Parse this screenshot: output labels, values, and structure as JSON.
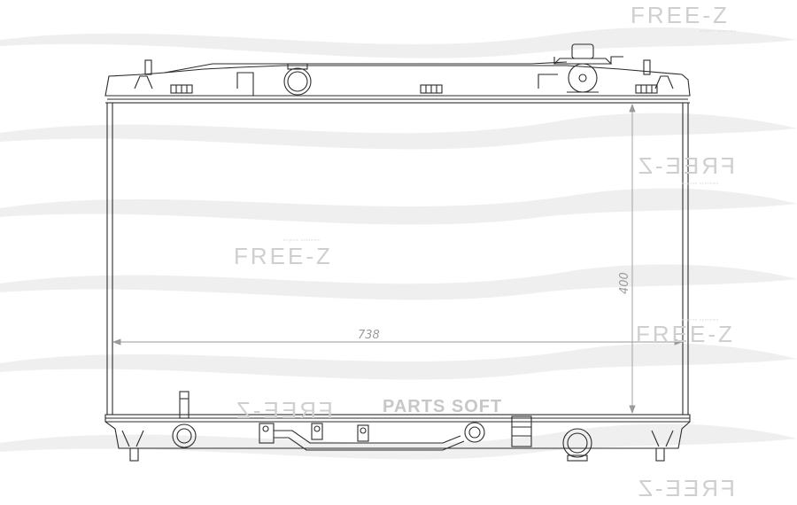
{
  "watermark": {
    "brand": "FREE-Z",
    "tagline": "engine systems"
  },
  "overlay": {
    "parts_label": "PARTS SOFT"
  },
  "dimensions": {
    "width_label": "738",
    "height_label": "400"
  },
  "colors": {
    "line": "#2b2b2b",
    "dimension": "#9a9a9a",
    "watermark": "#cfcfcf",
    "swoosh": "#ececec"
  }
}
